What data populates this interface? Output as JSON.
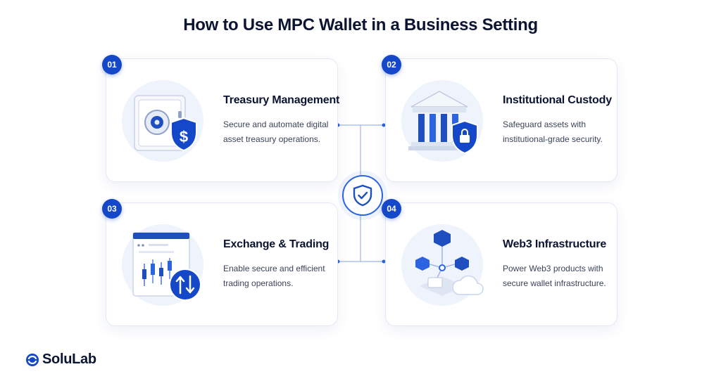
{
  "title": "How to Use MPC Wallet in a Business Setting",
  "cards": [
    {
      "num": "01",
      "heading": "Treasury Management",
      "desc": "Secure and automate digital asset treasury operations.",
      "icon": "vault-shield-dollar-icon"
    },
    {
      "num": "02",
      "heading": "Institutional Custody",
      "desc": "Safeguard assets with institutional-grade security.",
      "icon": "bank-shield-lock-icon"
    },
    {
      "num": "03",
      "heading": "Exchange & Trading",
      "desc": "Enable secure and efficient trading operations.",
      "icon": "trading-chart-swap-icon"
    },
    {
      "num": "04",
      "heading": "Web3 Infrastructure",
      "desc": "Power Web3 products with secure wallet infrastructure.",
      "icon": "web3-network-cloud-icon"
    }
  ],
  "center_icon": "shield-check-icon",
  "logo": {
    "text": "SoluLab",
    "icon": "solulab-logo-icon"
  },
  "colors": {
    "accent": "#1547c9",
    "accent_light": "#2b63e0",
    "text": "#0b1430",
    "muted": "#3a4358"
  }
}
